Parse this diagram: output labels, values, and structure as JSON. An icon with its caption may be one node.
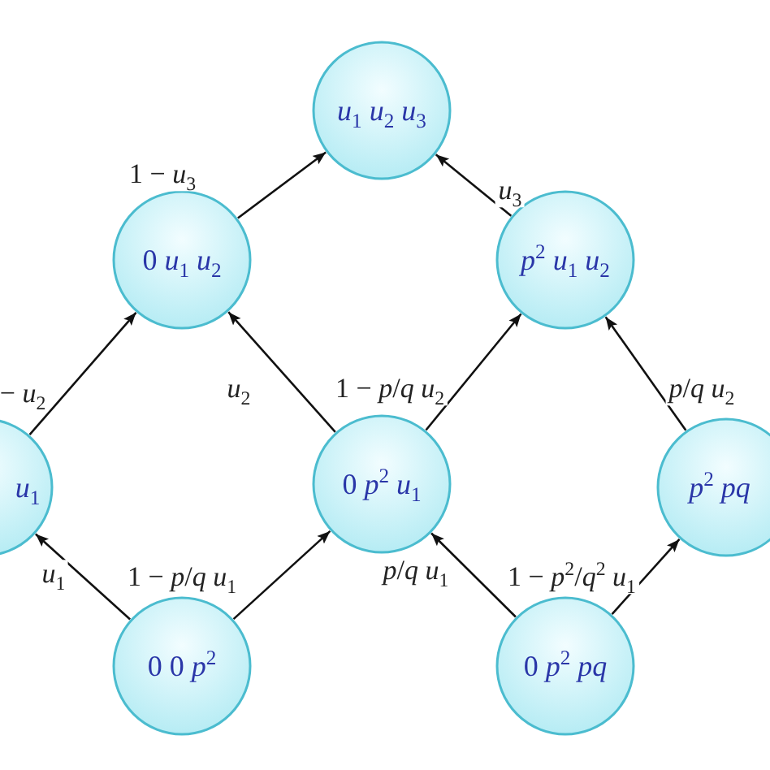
{
  "diagram": {
    "nodes": [
      {
        "text": [
          "*u*$_{1}$ *u*$_{2}$ *u*$_{3}$"
        ]
      },
      {
        "text": [
          "0 *u*$_{1}$ *u*$_{2}$"
        ]
      },
      {
        "text": [
          "*p*$^{2}$ *u*$_{1}$ *u*$_{2}$"
        ]
      },
      {
        "text": [
          "*u*$_{1}$"
        ]
      },
      {
        "text": [
          "0 *p*$^{2}$ *u*$_{1}$"
        ]
      },
      {
        "text": [
          "*p*$^{2}$ *pq*"
        ]
      },
      {
        "text": [
          "0 0 *p*$^{2}$"
        ]
      },
      {
        "text": [
          "0 *p*$^{2}$ *pq*"
        ]
      }
    ],
    "edges": [
      {
        "from": 6,
        "to": 3,
        "arrow": "to",
        "label": "*u*$_{1}$"
      },
      {
        "from": 6,
        "to": 4,
        "arrow": "to",
        "label": "1 − *p*/*q* *u*$_{1}$"
      },
      {
        "from": 7,
        "to": 4,
        "arrow": "to",
        "label": "*p*/*q* *u*$_{1}$"
      },
      {
        "from": 7,
        "to": 5,
        "arrow": "to",
        "label": "1 − *p*$^{2}$/*q*$^{2}$ *u*$_{1}$"
      },
      {
        "from": 3,
        "to": 1,
        "arrow": "to",
        "label": "− *u*$_{2}$"
      },
      {
        "from": 4,
        "to": 1,
        "arrow": "to",
        "label": "*u*$_{2}$"
      },
      {
        "from": 4,
        "to": 2,
        "arrow": "to",
        "label": "1 − *p*/*q* *u*$_{2}$"
      },
      {
        "from": 5,
        "to": 2,
        "arrow": "to",
        "label": "*p*/*q* *u*$_{2}$"
      },
      {
        "from": 1,
        "to": 0,
        "arrow": "to",
        "label": "1 − *u*$_{3}$"
      },
      {
        "from": 2,
        "to": 0,
        "arrow": "to",
        "label": "*u*$_{3}$"
      }
    ]
  }
}
